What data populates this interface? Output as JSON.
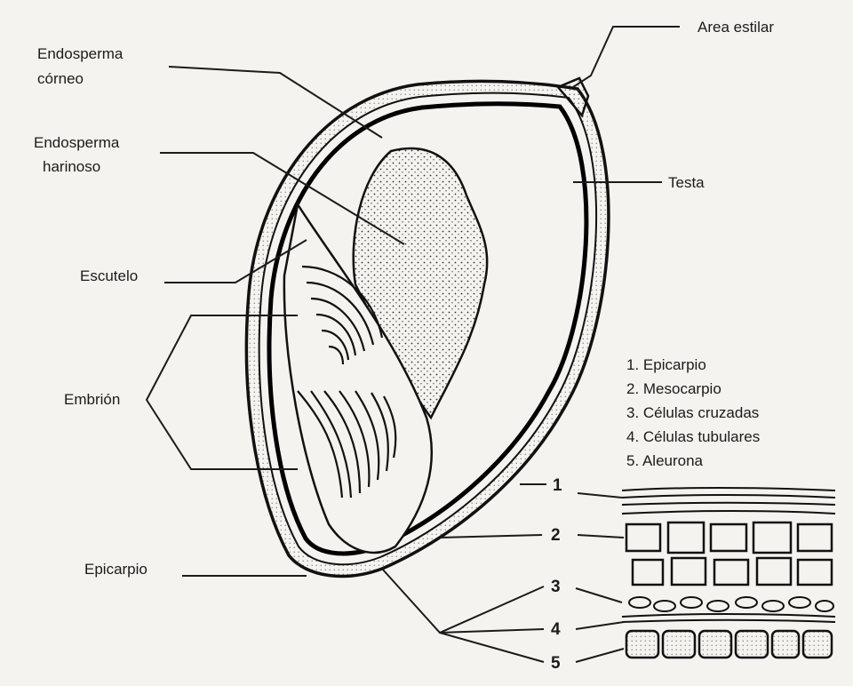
{
  "labels": {
    "area_estilar": "Area estilar",
    "endosperma_corneo_1": "Endosperma",
    "endosperma_corneo_2": "córneo",
    "endosperma_harinoso_1": "Endosperma",
    "endosperma_harinoso_2": "harinoso",
    "testa": "Testa",
    "escutelo": "Escutelo",
    "embrion": "Embrión",
    "epicarpio": "Epicarpio"
  },
  "legend": [
    "1. Epicarpio",
    "2. Mesocarpio",
    "3. Células cruzadas",
    "4. Células tubulares",
    "5. Aleurona"
  ],
  "layer_numbers": [
    "1",
    "2",
    "3",
    "4",
    "5"
  ]
}
